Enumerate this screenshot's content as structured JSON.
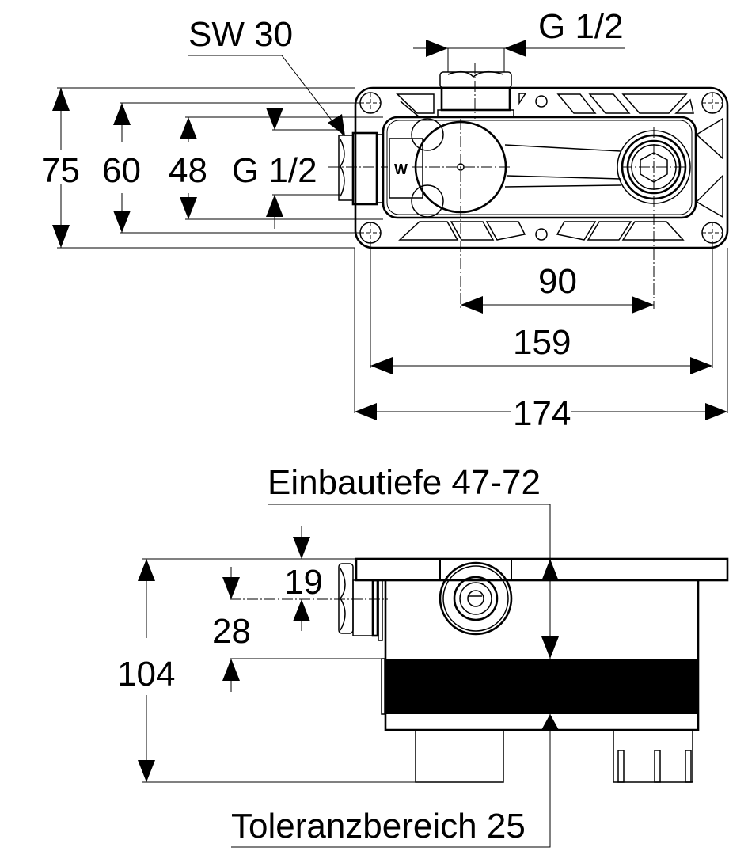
{
  "drawing": {
    "title": "Unterputz-Grundkörper Maßzeichnung",
    "unit": "mm",
    "top_view": {
      "labels": {
        "wrench_size": "SW 30",
        "top_thread": "G 1/2",
        "side_thread": "G 1/2",
        "marker": "W"
      },
      "dimensions": {
        "height_overall": "75",
        "height_holes": "60",
        "height_body": "48",
        "axis_distance": "90",
        "width_holes": "159",
        "width_overall": "174"
      }
    },
    "side_view": {
      "labels": {
        "installation_depth": "Einbautiefe 47-72",
        "tolerance_range": "Toleranzbereich 25"
      },
      "dimensions": {
        "offset_top": "19",
        "offset_axis": "28",
        "height_overall": "104"
      }
    },
    "colors": {
      "line": "#000000",
      "background": "#ffffff"
    }
  }
}
